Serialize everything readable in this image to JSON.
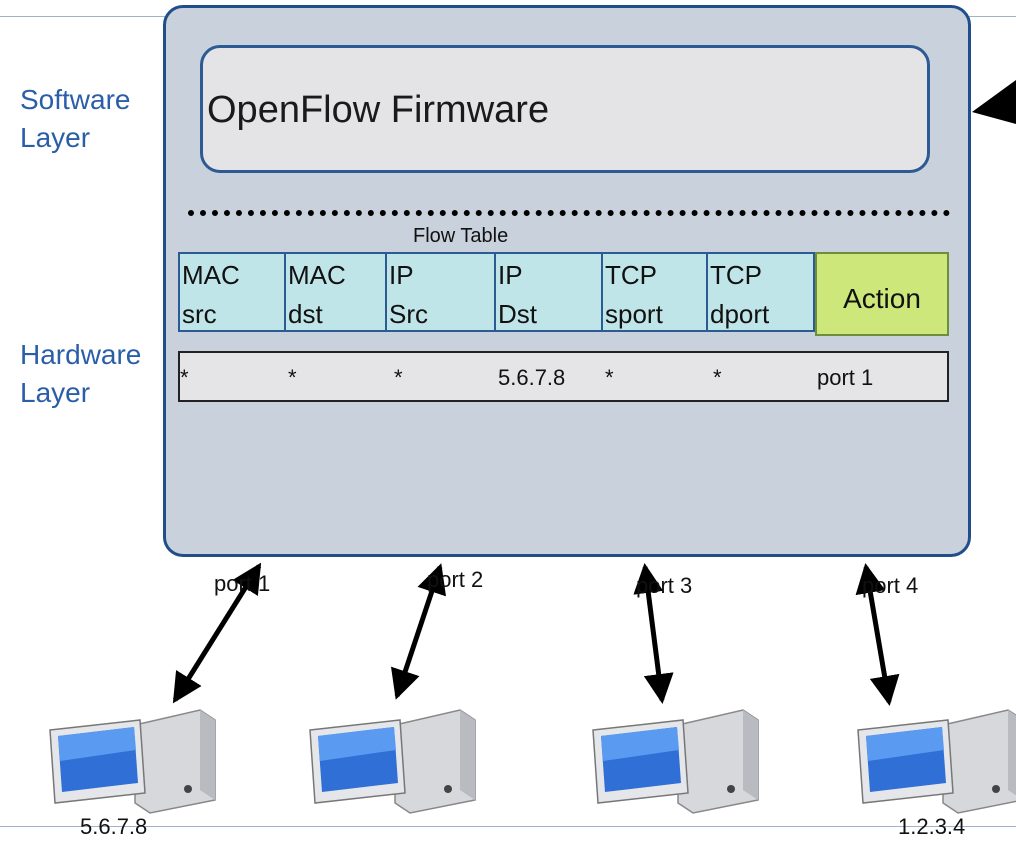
{
  "layers": {
    "software_line1": "Software",
    "software_line2": "Layer",
    "hardware_line1": "Hardware",
    "hardware_line2": "Layer"
  },
  "firmware": {
    "label": "OpenFlow Firmware"
  },
  "flow_table": {
    "caption": "Flow Table",
    "headers": [
      {
        "line1": "MAC",
        "line2": "src"
      },
      {
        "line1": "MAC",
        "line2": "dst"
      },
      {
        "line1": "IP",
        "line2": "Src"
      },
      {
        "line1": "IP",
        "line2": "Dst"
      },
      {
        "line1": "TCP",
        "line2": "sport"
      },
      {
        "line1": "TCP",
        "line2": "dport"
      }
    ],
    "action_header": "Action",
    "rule": [
      "*",
      "*",
      "*",
      "5.6.7.8",
      "*",
      "*",
      "port 1"
    ]
  },
  "ports": [
    "port 1",
    "port 2",
    "port 3",
    "port 4"
  ],
  "hosts": [
    {
      "ip": "5.6.7.8"
    },
    {
      "ip": ""
    },
    {
      "ip": ""
    },
    {
      "ip": "1.2.3.4"
    }
  ],
  "colors": {
    "switch_fill": "#c9d1dc",
    "switch_border": "#1f4e89",
    "header_fill": "#bfe5e8",
    "action_fill": "#cde77a",
    "layer_text": "#2a5ea8"
  }
}
